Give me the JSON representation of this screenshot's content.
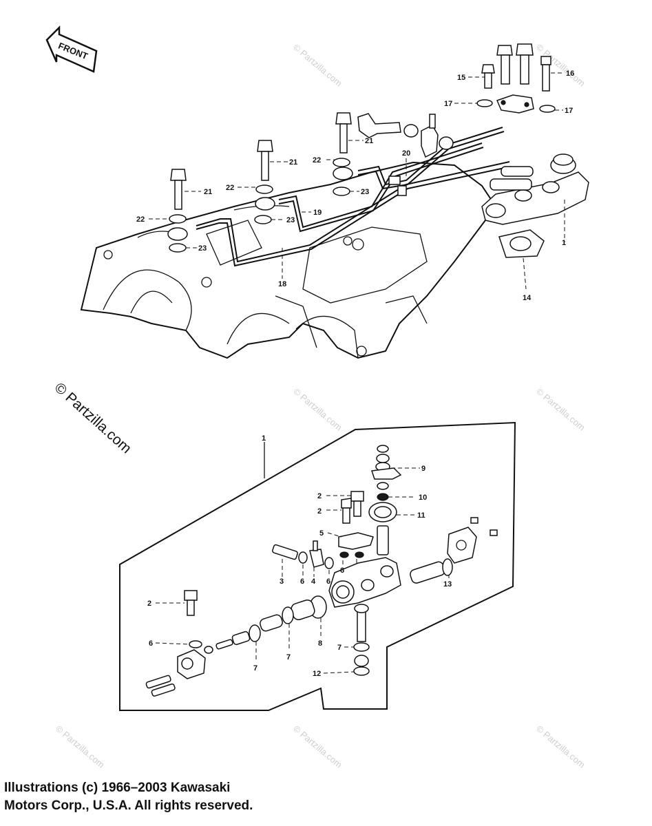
{
  "direction_arrow": {
    "label": "FRONT"
  },
  "watermarks": {
    "small_text": "© Partzilla.com",
    "large_text": "© Partzilla.com"
  },
  "callouts": {
    "upper": [
      "1",
      "14",
      "15",
      "16",
      "17",
      "17",
      "18",
      "19",
      "20",
      "21",
      "21",
      "21",
      "22",
      "22",
      "22",
      "23",
      "23",
      "23"
    ],
    "lower": [
      "1",
      "2",
      "2",
      "2",
      "3",
      "4",
      "5",
      "6",
      "6",
      "6",
      "6",
      "7",
      "7",
      "7",
      "8",
      "9",
      "10",
      "11",
      "12",
      "13"
    ]
  },
  "copyright": {
    "line1": "Illustrations (c) 1966–2003 Kawasaki",
    "line2": "Motors Corp., U.S.A.  All rights reserved."
  },
  "colors": {
    "ink": "#111111",
    "watermark": "#cfcfcf",
    "background": "#ffffff"
  }
}
